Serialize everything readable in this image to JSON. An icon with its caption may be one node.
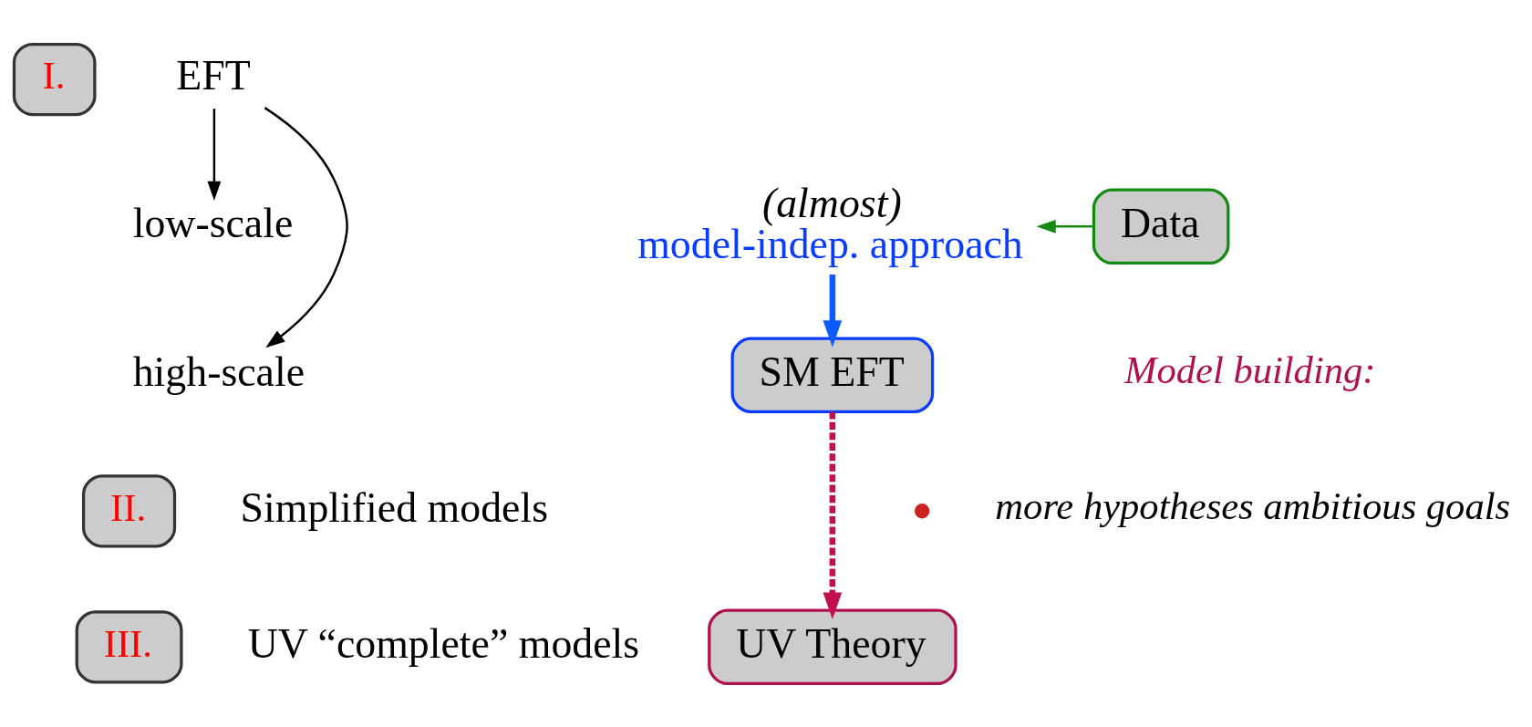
{
  "diagram": {
    "nodes": [
      {
        "text": [
          "I."
        ]
      },
      {
        "text": [
          "EFT"
        ]
      },
      {
        "text": [
          "low-scale"
        ]
      },
      {
        "text": [
          "high-scale"
        ]
      },
      {
        "text": [
          "(almost)",
          "model-indep. approach"
        ]
      },
      {
        "text": [
          "Data"
        ]
      },
      {
        "text": [
          "SM EFT"
        ]
      },
      {
        "text": [
          "UV Theory"
        ]
      },
      {
        "text": [
          "II."
        ],
        "beside": [
          "Simplified models"
        ]
      },
      {
        "text": [
          "III."
        ],
        "beside": [
          "UV “complete” models"
        ]
      }
    ],
    "edges": [
      {
        "from": 1,
        "to": 2,
        "arrow": "to"
      },
      {
        "from": 1,
        "to": 3,
        "arrow": "to"
      },
      {
        "from": 5,
        "to": 4,
        "arrow": "to",
        "color": "#138a13"
      },
      {
        "from": 4,
        "to": 6,
        "arrow": "to",
        "style": "thick",
        "color": "#0a5cff"
      },
      {
        "from": 6,
        "to": 7,
        "arrow": "to",
        "style": "dashed",
        "color": "#c0104e"
      }
    ],
    "labels": [
      "Model building:",
      "more hypotheses ambitious goals"
    ]
  }
}
